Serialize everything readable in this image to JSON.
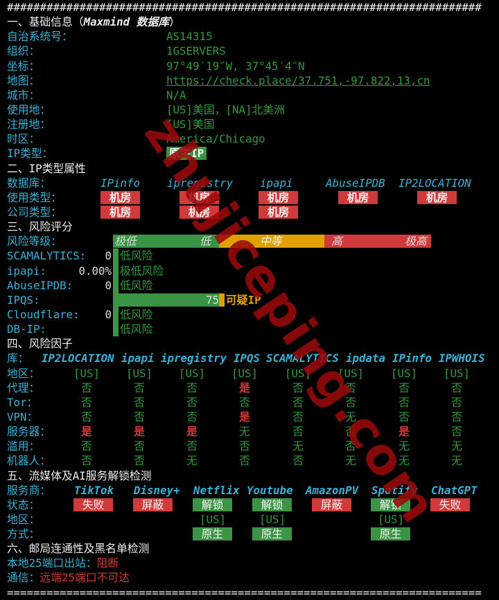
{
  "separator_top": "########################################################################",
  "separator_bottom": "========================================================================",
  "basic": {
    "title_prefix": "一、基础信息（",
    "title_italic": "Maxmind 数据库",
    "title_suffix": "）",
    "asn": {
      "label": "自治系统号：",
      "value": "AS14315"
    },
    "org": {
      "label": "组织：",
      "value": "1GSERVERS"
    },
    "coords": {
      "label": "坐标：",
      "value": "97°49′19″W, 37°45′4″N"
    },
    "map": {
      "label": "地图：",
      "value": "https://check.place/37.751,-97.822,13,cn"
    },
    "city": {
      "label": "城市：",
      "value": "N/A"
    },
    "usage_place": {
      "label": "使用地：",
      "value": "[US]美国，[NA]北美洲"
    },
    "reg_place": {
      "label": "注册地：",
      "value": "[US]美国"
    },
    "timezone": {
      "label": "时区：",
      "value": "America/Chicago"
    },
    "ip_type": {
      "label": "IP类型：",
      "value": "原生IP",
      "color": "#3a9444"
    }
  },
  "ip_attr": {
    "title": "二、IP类型属性",
    "db_label": "数据库：",
    "usage_label": "使用类型：",
    "company_label": "公司类型：",
    "databases": [
      "IPinfo",
      "ipregistry",
      "ipapi",
      "AbuseIPDB",
      "IP2LOCATION"
    ],
    "usage": [
      "机房",
      "机房",
      "机房",
      "机房",
      "机房"
    ],
    "company": [
      "机房",
      "机房",
      "机房",
      "",
      ""
    ]
  },
  "risk": {
    "title": "三、风险评分",
    "level_label": "风险等级：",
    "levels": [
      "极低",
      "低",
      "中等",
      "高",
      "极高"
    ],
    "level_colors": [
      "#3a9444",
      "#e0a000",
      "#d03a3a"
    ],
    "scores": [
      {
        "label": "SCAMALYTICS:",
        "score": "0",
        "verdict": "低风险"
      },
      {
        "label": "ipapi:",
        "score": "0.00%",
        "verdict": "极低风险"
      },
      {
        "label": "AbuseIPDB:",
        "score": "0",
        "verdict": "低风险"
      },
      {
        "label": "IPQS:",
        "score": "75",
        "verdict": "可疑IP",
        "level": 75
      },
      {
        "label": "Cloudflare:",
        "score": "0",
        "verdict": "低风险"
      },
      {
        "label": "DB-IP:",
        "score": "",
        "verdict": "低风险"
      }
    ]
  },
  "factors": {
    "title": "四、风险因子",
    "lib_label": "库：",
    "sources": [
      "IP2LOCATION",
      "ipapi",
      "ipregistry",
      "IPQS",
      "SCAMALYTICS",
      "ipdata",
      "IPinfo",
      "IPWHOIS"
    ],
    "rows": [
      {
        "label": "地区：",
        "values": [
          "[US]",
          "[US]",
          "[US]",
          "[US]",
          "[US]",
          "[US]",
          "[US]",
          "[US]"
        ]
      },
      {
        "label": "代理：",
        "values": [
          "否",
          "否",
          "否",
          "是",
          "否",
          "否",
          "否",
          "否"
        ]
      },
      {
        "label": "Tor：",
        "values": [
          "否",
          "否",
          "否",
          "否",
          "否",
          "否",
          "否",
          "否"
        ]
      },
      {
        "label": "VPN：",
        "values": [
          "否",
          "否",
          "否",
          "是",
          "否",
          "无",
          "否",
          "否"
        ]
      },
      {
        "label": "服务器：",
        "values": [
          "是",
          "是",
          "是",
          "无",
          "否",
          "否",
          "是",
          "否"
        ]
      },
      {
        "label": "滥用：",
        "values": [
          "否",
          "否",
          "否",
          "否",
          "无",
          "否",
          "无",
          "无"
        ]
      },
      {
        "label": "机器人：",
        "values": [
          "否",
          "否",
          "无",
          "否",
          "否",
          "无",
          "无",
          "无"
        ]
      }
    ]
  },
  "streaming": {
    "title": "五、流媒体及AI服务解锁检测",
    "provider_label": "服务商：",
    "status_label": "状态：",
    "region_label": "地区：",
    "method_label": "方式：",
    "services": [
      {
        "name": "TikTok",
        "status": "失败",
        "ok": false,
        "region": "",
        "method": ""
      },
      {
        "name": "Disney+",
        "status": "屏蔽",
        "ok": false,
        "region": "",
        "method": ""
      },
      {
        "name": "Netflix",
        "status": "解锁",
        "ok": true,
        "region": "[US]",
        "method": "原生"
      },
      {
        "name": "Youtube",
        "status": "解锁",
        "ok": true,
        "region": "[US]",
        "method": "原生"
      },
      {
        "name": "AmazonPV",
        "status": "屏蔽",
        "ok": false,
        "region": "",
        "method": ""
      },
      {
        "name": "Spotify",
        "status": "解锁",
        "ok": true,
        "region": "[US]",
        "method": "原生"
      },
      {
        "name": "ChatGPT",
        "status": "失败",
        "ok": false,
        "region": "",
        "method": ""
      }
    ]
  },
  "mail": {
    "title": "六、邮局连通性及黑名单检测",
    "port_label": "本地25端口出站：",
    "port_value": "阻断",
    "comm_label": "通信：",
    "comm_value": "远端25端口不可达"
  },
  "watermark": "zhujiceping.com"
}
